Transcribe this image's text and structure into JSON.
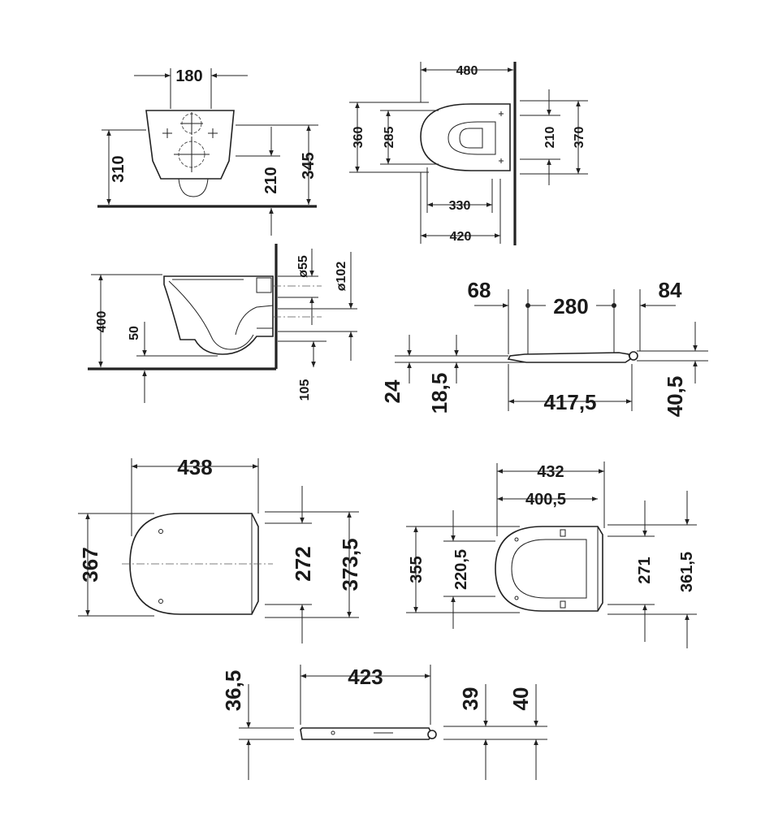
{
  "front_view": {
    "width": "180",
    "height_310": "310",
    "height_210": "210",
    "height_345": "345"
  },
  "top_view": {
    "width_480": "480",
    "depth_360": "360",
    "depth_285": "285",
    "depth_210": "210",
    "depth_370": "370",
    "width_330": "330",
    "width_420": "420"
  },
  "side_view": {
    "diam_55": "ø55",
    "diam_102": "ø102",
    "height_400": "400",
    "height_50": "50",
    "height_105": "105"
  },
  "seat_side": {
    "offset_68": "68",
    "span_280": "280",
    "offset_84": "84",
    "height_24": "24",
    "height_18_5": "18,5",
    "length_417_5": "417,5",
    "height_40_5": "40,5"
  },
  "lid_top": {
    "width_438": "438",
    "depth_367": "367",
    "depth_272": "272",
    "depth_373_5": "373,5"
  },
  "seat_top": {
    "width_432": "432",
    "width_400_5": "400,5",
    "depth_355": "355",
    "depth_220_5": "220,5",
    "depth_271": "271",
    "depth_361_5": "361,5"
  },
  "lid_side": {
    "height_36_5": "36,5",
    "length_423": "423",
    "height_39": "39",
    "height_40": "40"
  }
}
